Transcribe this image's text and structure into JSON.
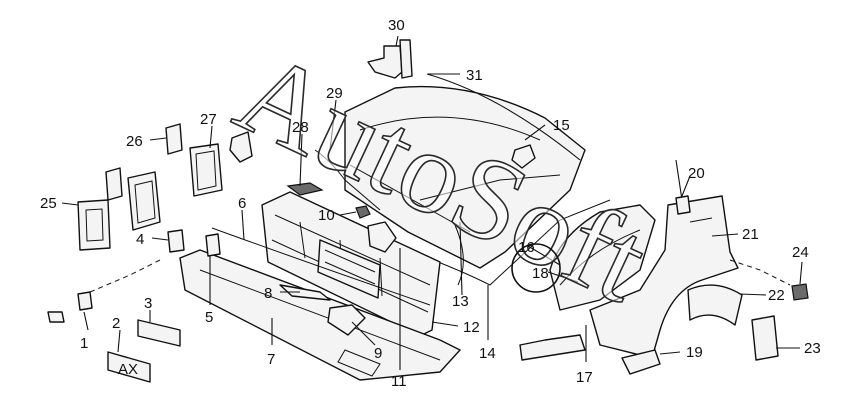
{
  "watermark": "AutoSoft",
  "plate_text": "AX",
  "callouts": [
    {
      "id": "c1",
      "label": "1"
    },
    {
      "id": "c2",
      "label": "2"
    },
    {
      "id": "c3",
      "label": "3"
    },
    {
      "id": "c4",
      "label": "4"
    },
    {
      "id": "c5",
      "label": "5"
    },
    {
      "id": "c6",
      "label": "6"
    },
    {
      "id": "c7",
      "label": "7"
    },
    {
      "id": "c8",
      "label": "8"
    },
    {
      "id": "c9",
      "label": "9"
    },
    {
      "id": "c10",
      "label": "10"
    },
    {
      "id": "c11",
      "label": "11"
    },
    {
      "id": "c12",
      "label": "12"
    },
    {
      "id": "c13",
      "label": "13"
    },
    {
      "id": "c14",
      "label": "14"
    },
    {
      "id": "c15",
      "label": "15"
    },
    {
      "id": "c16",
      "label": "16"
    },
    {
      "id": "c17",
      "label": "17"
    },
    {
      "id": "c18",
      "label": "18"
    },
    {
      "id": "c19",
      "label": "19"
    },
    {
      "id": "c20",
      "label": "20"
    },
    {
      "id": "c21",
      "label": "21"
    },
    {
      "id": "c22",
      "label": "22"
    },
    {
      "id": "c23",
      "label": "23"
    },
    {
      "id": "c24",
      "label": "24"
    },
    {
      "id": "c25",
      "label": "25"
    },
    {
      "id": "c26",
      "label": "26"
    },
    {
      "id": "c27",
      "label": "27"
    },
    {
      "id": "c28",
      "label": "28"
    },
    {
      "id": "c29",
      "label": "29"
    },
    {
      "id": "c30",
      "label": "30"
    },
    {
      "id": "c31",
      "label": "31"
    }
  ]
}
